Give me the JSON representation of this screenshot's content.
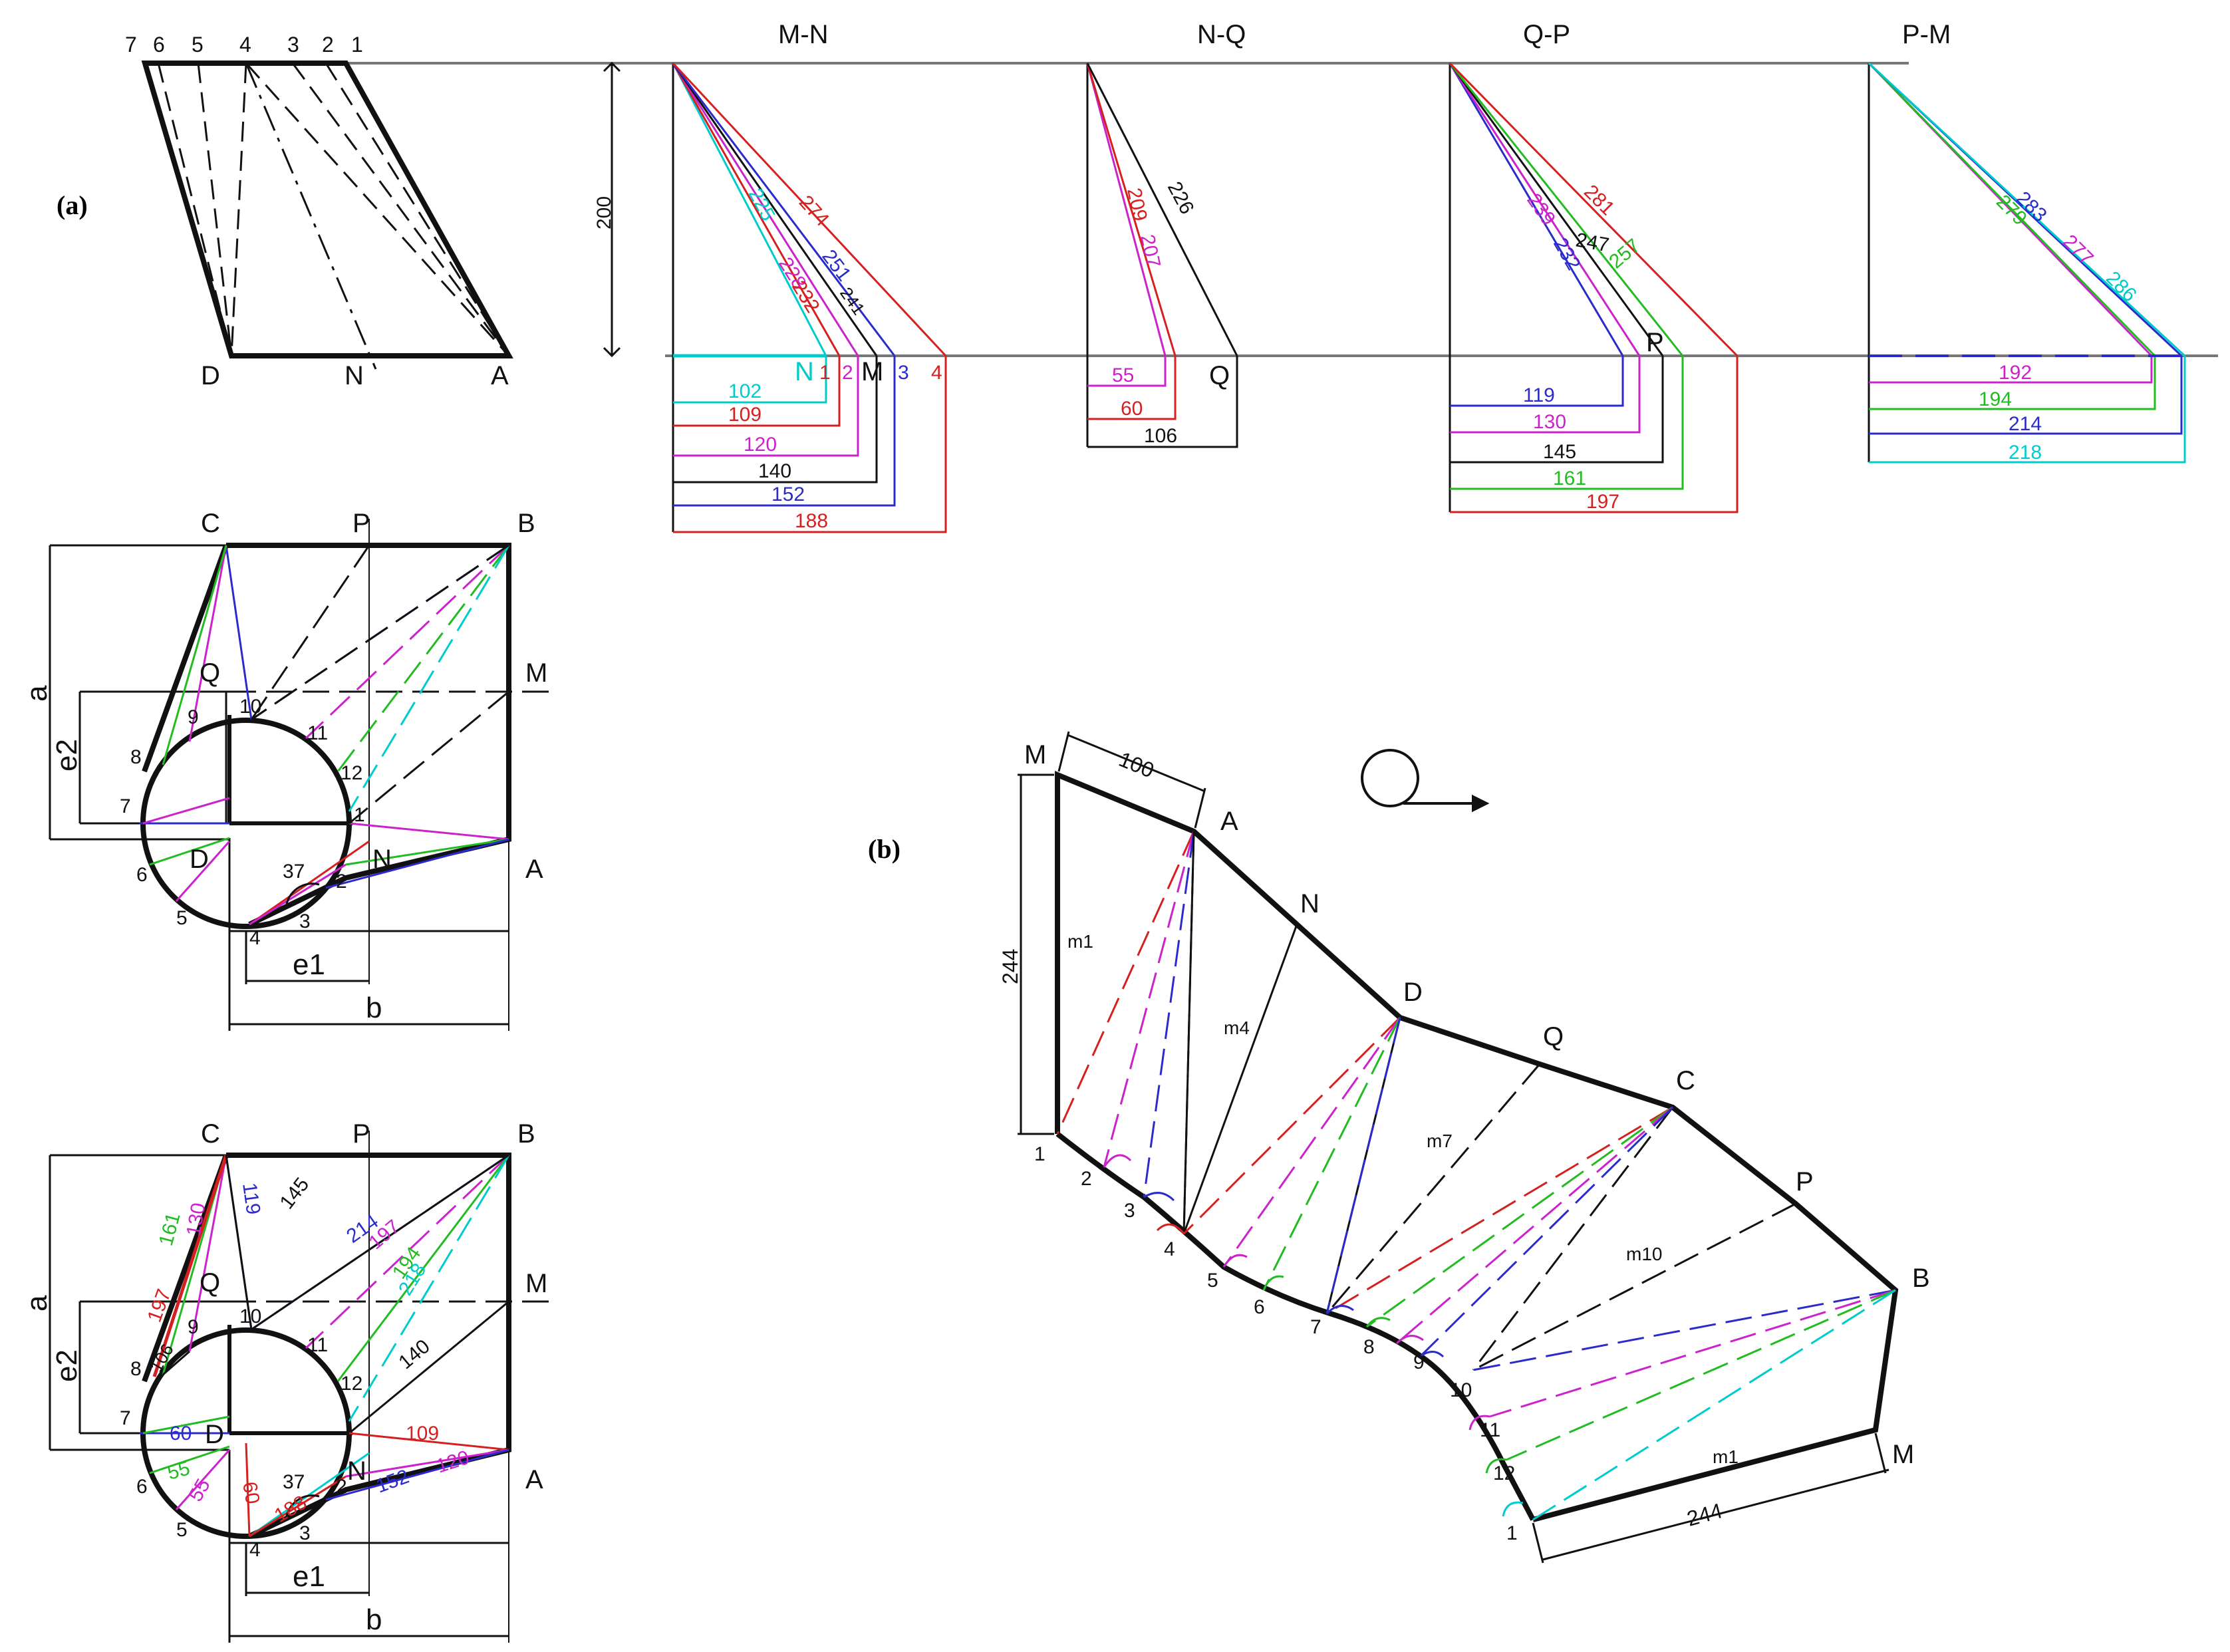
{
  "panel_labels": {
    "a": "(a)",
    "b": "(b)"
  },
  "colors": {
    "black": "#111111",
    "red": "#d62020",
    "blue": "#2b2bcc",
    "magenta": "#cc22cc",
    "green": "#22bb22",
    "cyan": "#00cccc",
    "gray": "#666666"
  },
  "section_titles": [
    "M-N",
    "N-Q",
    "Q-P",
    "P-M"
  ],
  "elevation": {
    "top_numbers": [
      "7",
      "6",
      "5",
      "4",
      "3",
      "2",
      "1"
    ],
    "bottom_labels": [
      "D",
      "N",
      "A"
    ],
    "height_label": "200"
  },
  "true_lengths": {
    "MN": {
      "hyp": [
        {
          "t": "274",
          "c": "red"
        },
        {
          "t": "251",
          "c": "blue"
        },
        {
          "t": "241",
          "c": "black"
        },
        {
          "t": "228",
          "c": "magenta"
        },
        {
          "t": "232",
          "c": "red"
        },
        {
          "t": "225",
          "c": "cyan"
        }
      ],
      "base": [
        {
          "t": "102",
          "c": "cyan"
        },
        {
          "t": "109",
          "c": "red"
        },
        {
          "t": "120",
          "c": "magenta"
        },
        {
          "t": "140",
          "c": "black"
        },
        {
          "t": "152",
          "c": "blue"
        },
        {
          "t": "188",
          "c": "red"
        }
      ],
      "pts": [
        {
          "t": "N",
          "c": "cyan"
        },
        {
          "t": "1",
          "c": "red"
        },
        {
          "t": "2",
          "c": "magenta"
        },
        {
          "t": "M",
          "c": "black"
        },
        {
          "t": "3",
          "c": "blue"
        },
        {
          "t": "4",
          "c": "red"
        }
      ]
    },
    "NQ": {
      "hyp": [
        {
          "t": "209",
          "c": "red"
        },
        {
          "t": "207",
          "c": "magenta"
        },
        {
          "t": "226",
          "c": "black"
        }
      ],
      "base": [
        {
          "t": "55",
          "c": "magenta"
        },
        {
          "t": "60",
          "c": "red"
        },
        {
          "t": "106",
          "c": "black"
        }
      ],
      "pts": [
        {
          "t": "Q",
          "c": "black"
        }
      ]
    },
    "QP": {
      "hyp": [
        {
          "t": "281",
          "c": "red"
        },
        {
          "t": "247",
          "c": "black"
        },
        {
          "t": "257",
          "c": "green"
        },
        {
          "t": "239",
          "c": "magenta"
        },
        {
          "t": "232",
          "c": "blue"
        }
      ],
      "base": [
        {
          "t": "119",
          "c": "blue"
        },
        {
          "t": "130",
          "c": "magenta"
        },
        {
          "t": "145",
          "c": "black"
        },
        {
          "t": "161",
          "c": "green"
        },
        {
          "t": "197",
          "c": "red"
        }
      ],
      "pts": [
        {
          "t": "P",
          "c": "black"
        }
      ]
    },
    "PM": {
      "hyp": [
        {
          "t": "283",
          "c": "blue"
        },
        {
          "t": "277",
          "c": "magenta"
        },
        {
          "t": "286",
          "c": "cyan"
        },
        {
          "t": "279",
          "c": "green"
        }
      ],
      "base": [
        {
          "t": "192",
          "c": "magenta"
        },
        {
          "t": "194",
          "c": "green"
        },
        {
          "t": "214",
          "c": "blue"
        },
        {
          "t": "218",
          "c": "cyan"
        }
      ]
    }
  },
  "plan": {
    "corner_labels": [
      "C",
      "P",
      "B",
      "M",
      "A",
      "Q",
      "D",
      "N"
    ],
    "circle_numbers": [
      "1",
      "2",
      "3",
      "4",
      "5",
      "6",
      "7",
      "8",
      "9",
      "10",
      "11",
      "12"
    ],
    "dims": {
      "a": "a",
      "b": "b",
      "e1": "e1",
      "e2": "e2",
      "angle": "37"
    },
    "measures": [
      {
        "t": "161",
        "c": "green"
      },
      {
        "t": "130",
        "c": "magenta"
      },
      {
        "t": "197",
        "c": "red"
      },
      {
        "t": "106",
        "c": "black"
      },
      {
        "t": "119",
        "c": "blue"
      },
      {
        "t": "145",
        "c": "black"
      },
      {
        "t": "214",
        "c": "blue"
      },
      {
        "t": "197",
        "c": "magenta"
      },
      {
        "t": "194",
        "c": "green"
      },
      {
        "t": "218",
        "c": "cyan"
      },
      {
        "t": "140",
        "c": "black"
      },
      {
        "t": "109",
        "c": "red"
      },
      {
        "t": "120",
        "c": "magenta"
      },
      {
        "t": "152",
        "c": "blue"
      },
      {
        "t": "60",
        "c": "blue"
      },
      {
        "t": "55",
        "c": "green"
      },
      {
        "t": "55",
        "c": "magenta"
      },
      {
        "t": "60",
        "c": "red"
      },
      {
        "t": "188",
        "c": "red"
      }
    ]
  },
  "development": {
    "labels": [
      "M",
      "A",
      "N",
      "D",
      "Q",
      "C",
      "P",
      "B",
      "M"
    ],
    "dims": [
      "100",
      "244",
      "244"
    ],
    "seam_labels": [
      "m1",
      "m4",
      "m7",
      "m10",
      "m1"
    ],
    "curve_numbers": [
      "1",
      "2",
      "3",
      "4",
      "5",
      "6",
      "7",
      "8",
      "9",
      "10",
      "11",
      "12",
      "1"
    ]
  }
}
